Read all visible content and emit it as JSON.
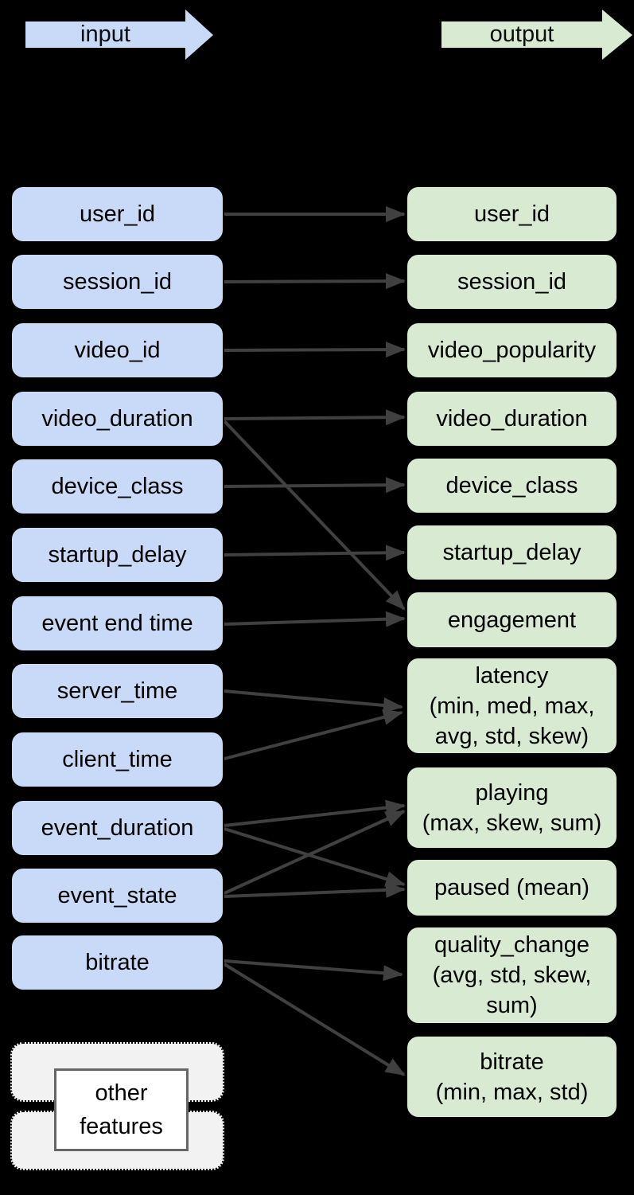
{
  "legend": {
    "input_label": "input",
    "output_label": "output"
  },
  "inputs": [
    {
      "id": "user_id",
      "label": "user_id"
    },
    {
      "id": "session_id",
      "label": "session_id"
    },
    {
      "id": "video_id",
      "label": "video_id"
    },
    {
      "id": "video_duration",
      "label": "video_duration"
    },
    {
      "id": "device_class",
      "label": "device_class"
    },
    {
      "id": "startup_delay",
      "label": "startup_delay"
    },
    {
      "id": "event_end_time",
      "label": "event end time"
    },
    {
      "id": "server_time",
      "label": "server_time"
    },
    {
      "id": "client_time",
      "label": "client_time"
    },
    {
      "id": "event_duration",
      "label": "event_duration"
    },
    {
      "id": "event_state",
      "label": "event_state"
    },
    {
      "id": "bitrate",
      "label": "bitrate"
    }
  ],
  "outputs": [
    {
      "id": "user_id",
      "lines": [
        "user_id"
      ]
    },
    {
      "id": "session_id",
      "lines": [
        "session_id"
      ]
    },
    {
      "id": "video_popularity",
      "lines": [
        "video_popularity"
      ]
    },
    {
      "id": "video_duration",
      "lines": [
        "video_duration"
      ]
    },
    {
      "id": "device_class",
      "lines": [
        "device_class"
      ]
    },
    {
      "id": "startup_delay",
      "lines": [
        "startup_delay"
      ]
    },
    {
      "id": "engagement",
      "lines": [
        "engagement"
      ]
    },
    {
      "id": "latency",
      "lines": [
        "latency",
        "(min, med, max,",
        "avg, std, skew)"
      ]
    },
    {
      "id": "playing",
      "lines": [
        "playing",
        "(max, skew, sum)"
      ]
    },
    {
      "id": "paused",
      "lines": [
        "paused (mean)"
      ]
    },
    {
      "id": "quality_change",
      "lines": [
        "quality_change",
        "(avg, std, skew,",
        "sum)"
      ]
    },
    {
      "id": "bitrate",
      "lines": [
        "bitrate",
        "(min, max, std)"
      ]
    }
  ],
  "other_features": {
    "lines": [
      "other",
      "features"
    ]
  },
  "connections": [
    {
      "from": "user_id",
      "to": "user_id"
    },
    {
      "from": "session_id",
      "to": "session_id"
    },
    {
      "from": "video_id",
      "to": "video_popularity"
    },
    {
      "from": "video_duration",
      "to": "video_duration"
    },
    {
      "from": "video_duration",
      "to": "engagement"
    },
    {
      "from": "device_class",
      "to": "device_class"
    },
    {
      "from": "startup_delay",
      "to": "startup_delay"
    },
    {
      "from": "event end time",
      "to": "engagement"
    },
    {
      "from": "server_time",
      "to": "latency"
    },
    {
      "from": "client_time",
      "to": "latency"
    },
    {
      "from": "event_duration",
      "to": "playing"
    },
    {
      "from": "event_duration",
      "to": "paused"
    },
    {
      "from": "event_state",
      "to": "playing"
    },
    {
      "from": "event_state",
      "to": "paused"
    },
    {
      "from": "bitrate",
      "to": "quality_change"
    },
    {
      "from": "bitrate",
      "to": "bitrate"
    }
  ],
  "colors": {
    "input_fill": "#c9daf8",
    "output_fill": "#d9ead3",
    "connector": "#404040",
    "box_border": "#000000",
    "other_fill": "#f2f2f2",
    "other_inner_border": "#666666",
    "background": "#000000"
  }
}
